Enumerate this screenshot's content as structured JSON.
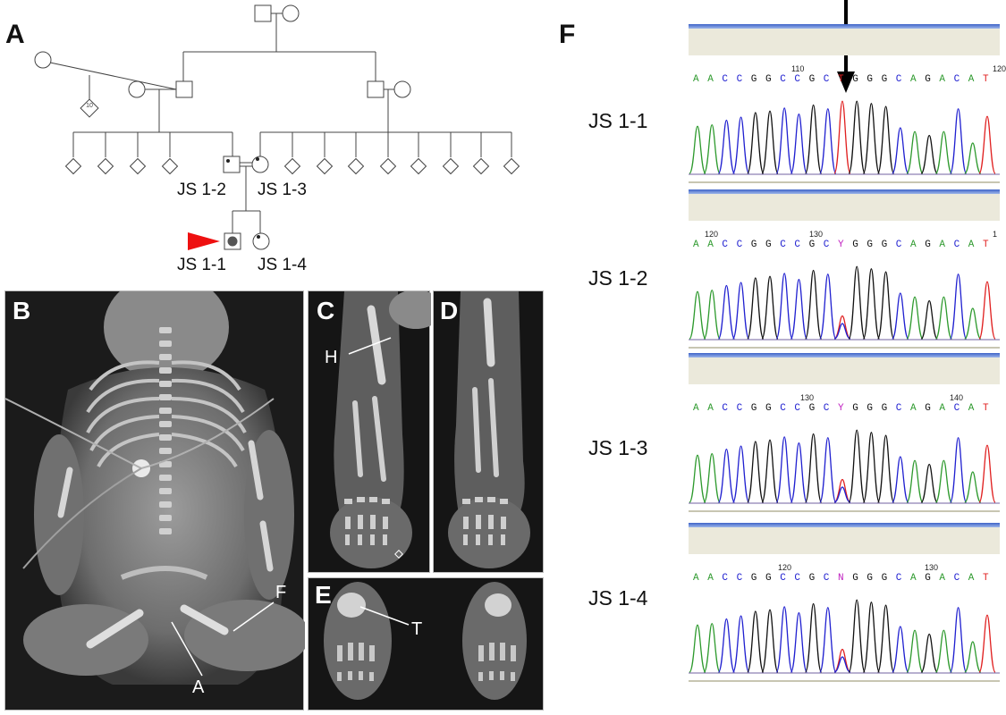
{
  "panels": {
    "A": "A",
    "B": "B",
    "C": "C",
    "D": "D",
    "E": "E",
    "F": "F"
  },
  "pedigree": {
    "diamond_count_label": "10",
    "labels": [
      "JS 1-2",
      "JS 1-3",
      "JS 1-1",
      "JS 1-4"
    ]
  },
  "xray_labels": {
    "B": [
      "F",
      "A"
    ],
    "C": [
      "H"
    ],
    "E": [
      "T"
    ]
  },
  "sequence": {
    "base_colors": {
      "A": "#2e9a2e",
      "C": "#2020d0",
      "G": "#111111",
      "T": "#e02020",
      "Y": "#c020c0",
      "N": "#c020c0"
    },
    "tracks": [
      {
        "sample": "JS 1-1",
        "bases": "AACCGGCCGCTGGGCAGACAT",
        "positions": [
          "110",
          "120"
        ]
      },
      {
        "sample": "JS 1-2",
        "bases": "AACCGGCCGCYGGGCAGACAT",
        "positions": [
          "120",
          "130",
          "1"
        ]
      },
      {
        "sample": "JS 1-3",
        "bases": "AACCGGCCGCYGGGCAGACAT",
        "positions": [
          "130",
          "140"
        ]
      },
      {
        "sample": "JS 1-4",
        "bases": "AACCGGCCGCNGGGCAGACAT",
        "positions": [
          "120",
          "130"
        ]
      }
    ]
  }
}
